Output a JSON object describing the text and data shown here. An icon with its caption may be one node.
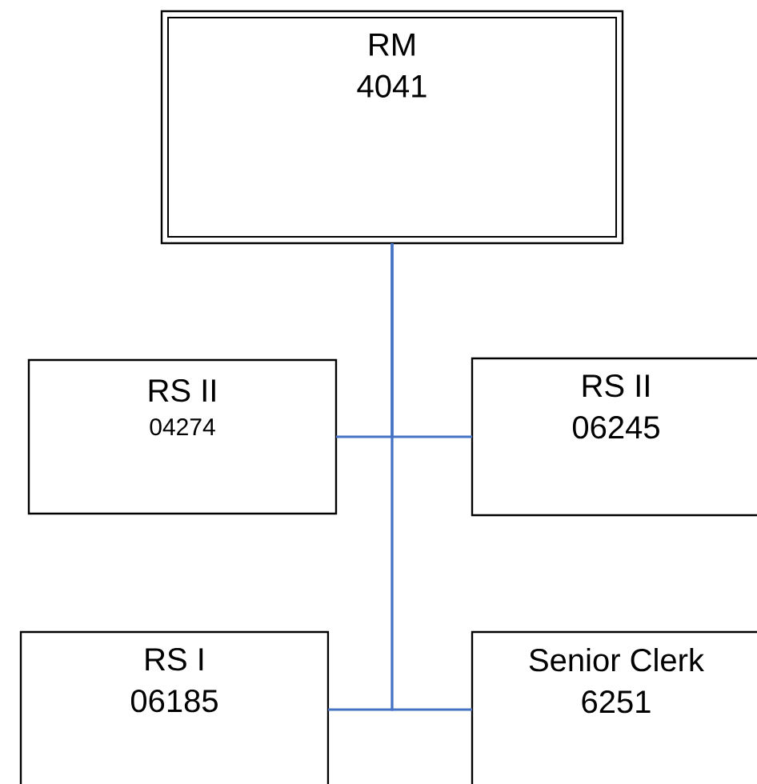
{
  "diagram": {
    "nodes": [
      {
        "text": [
          "RM",
          "4041"
        ]
      },
      {
        "text": [
          "RS II",
          "04274"
        ]
      },
      {
        "text": [
          "RS II",
          "06245"
        ]
      },
      {
        "text": [
          "RS I",
          "06185"
        ]
      },
      {
        "text": [
          "Senior Clerk",
          "6251"
        ]
      }
    ],
    "edges": [
      {
        "from": 0,
        "to": 1,
        "arrow": "none"
      },
      {
        "from": 0,
        "to": 2,
        "arrow": "none"
      },
      {
        "from": 0,
        "to": 3,
        "arrow": "none"
      },
      {
        "from": 0,
        "to": 4,
        "arrow": "none"
      }
    ]
  }
}
